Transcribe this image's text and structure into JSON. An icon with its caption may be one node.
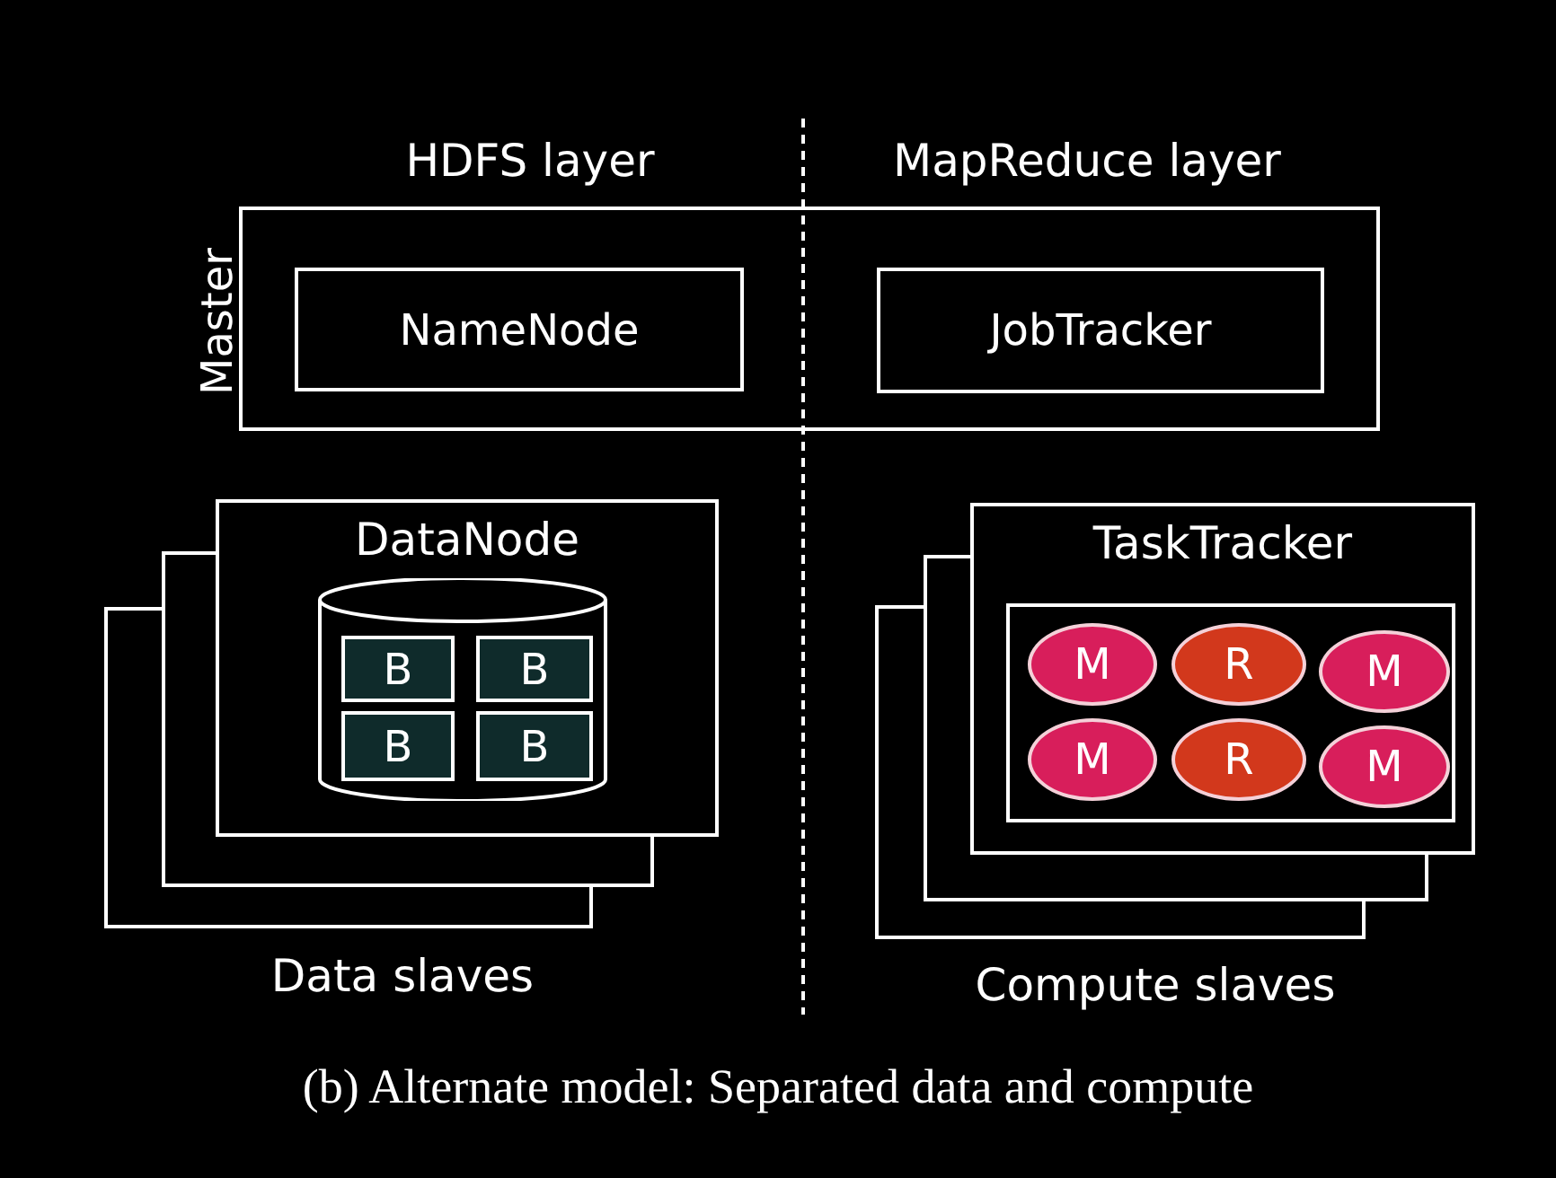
{
  "diagram": {
    "caption": "(b) Alternate model: Separated data and compute",
    "nodes": [
      {
        "text": [
          "Master"
        ]
      },
      {
        "text": [
          "NameNode"
        ],
        "in": 0
      },
      {
        "text": [
          "JobTracker"
        ],
        "in": 0
      },
      {
        "text": [],
        "shape": "box"
      },
      {
        "text": [],
        "shape": "box"
      },
      {
        "text": [
          "DataNode"
        ]
      },
      {
        "text": [],
        "shape": "cylinder"
      },
      {
        "text": [
          "B"
        ],
        "in": 6
      },
      {
        "text": [
          "B"
        ],
        "in": 6
      },
      {
        "text": [
          "B"
        ],
        "in": 6
      },
      {
        "text": [
          "B"
        ],
        "in": 6
      },
      {
        "text": [],
        "shape": "box"
      },
      {
        "text": [],
        "shape": "box"
      },
      {
        "text": [
          "TaskTracker"
        ]
      },
      {
        "text": [],
        "shape": "box",
        "in": 13
      },
      {
        "text": [
          "M"
        ]
      },
      {
        "text": [
          "R"
        ]
      },
      {
        "text": [
          "M"
        ],
        "in": 14
      },
      {
        "text": [
          "M"
        ]
      },
      {
        "text": [
          "R"
        ]
      },
      {
        "text": [
          "M"
        ],
        "in": 14
      }
    ],
    "labels": [
      "HDFS layer",
      "MapReduce layer",
      "Data slaves",
      "Compute slaves"
    ]
  }
}
